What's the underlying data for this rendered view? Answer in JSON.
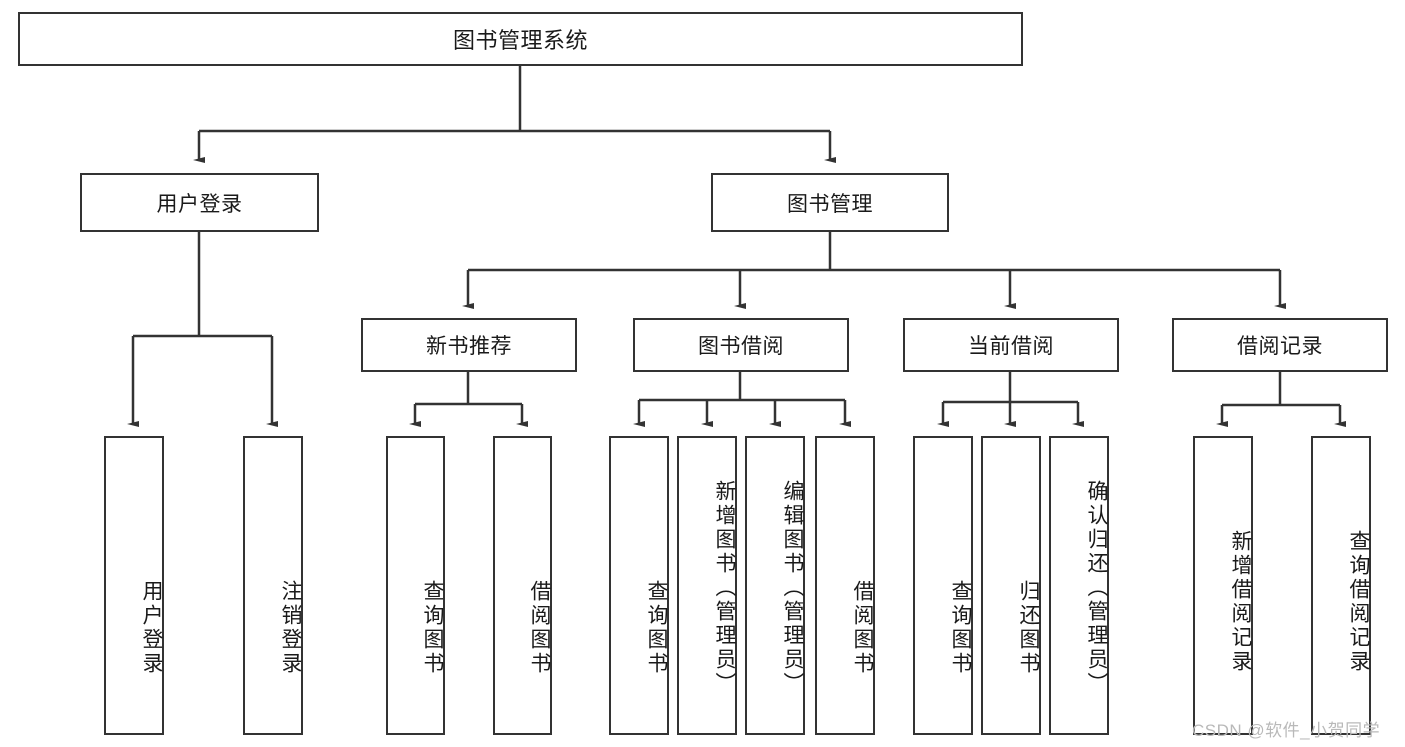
{
  "diagram": {
    "title": "图书管理系统",
    "type": "tree-hierarchy-chart",
    "root": {
      "label": "图书管理系统"
    },
    "level1": [
      {
        "id": "user-login",
        "label": "用户登录"
      },
      {
        "id": "book-management",
        "label": "图书管理"
      }
    ],
    "level2": [
      {
        "id": "new-book-recommend",
        "label": "新书推荐",
        "parent": "book-management"
      },
      {
        "id": "book-borrow",
        "label": "图书借阅",
        "parent": "book-management"
      },
      {
        "id": "current-borrow",
        "label": "当前借阅",
        "parent": "book-management"
      },
      {
        "id": "borrow-record",
        "label": "借阅记录",
        "parent": "book-management"
      }
    ],
    "leaves": [
      {
        "id": "leaf-user-login",
        "label": "用户登录",
        "parent": "user-login"
      },
      {
        "id": "leaf-logout-login",
        "label": "注销登录",
        "parent": "user-login"
      },
      {
        "id": "leaf-query-book-1",
        "label": "查询图书",
        "parent": "new-book-recommend"
      },
      {
        "id": "leaf-borrow-book-1",
        "label": "借阅图书",
        "parent": "new-book-recommend"
      },
      {
        "id": "leaf-query-book-2",
        "label": "查询图书",
        "parent": "book-borrow"
      },
      {
        "id": "leaf-add-book",
        "label": "新增图书（管理员）",
        "parent": "book-borrow"
      },
      {
        "id": "leaf-edit-book",
        "label": "编辑图书（管理员）",
        "parent": "book-borrow"
      },
      {
        "id": "leaf-borrow-book-2",
        "label": "借阅图书",
        "parent": "book-borrow"
      },
      {
        "id": "leaf-query-book-3",
        "label": "查询图书",
        "parent": "current-borrow"
      },
      {
        "id": "leaf-return-book",
        "label": "归还图书",
        "parent": "current-borrow"
      },
      {
        "id": "leaf-confirm-return",
        "label": "确认归还（管理员）",
        "parent": "current-borrow"
      },
      {
        "id": "leaf-add-record",
        "label": "新增借阅记录",
        "parent": "borrow-record"
      },
      {
        "id": "leaf-query-record",
        "label": "查询借阅记录",
        "parent": "borrow-record"
      }
    ]
  },
  "watermark": {
    "text": "CSDN @软件_小贺同学"
  },
  "colors": {
    "border": "#333333",
    "text": "#1a1a1a",
    "background": "#ffffff",
    "connector": "#333333",
    "watermark": "#b9b9b9"
  }
}
